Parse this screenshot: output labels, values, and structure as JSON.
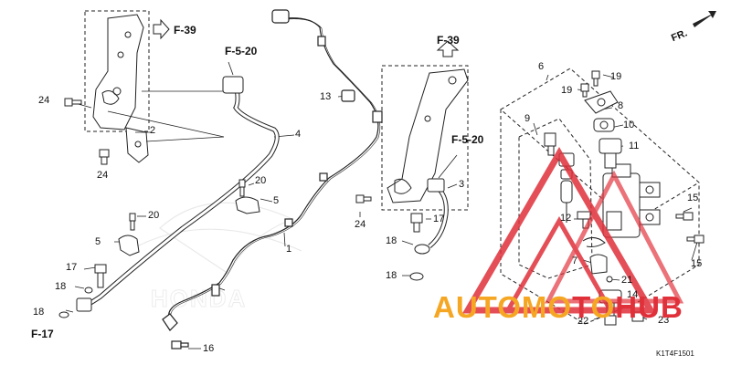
{
  "diagram_code": "K1T4F1501",
  "direction_marker": "FR.",
  "refs": {
    "f39_left": "F-39",
    "f39_right": "F-39",
    "f520_left": "F-5-20",
    "f520_right": "F-5-20",
    "f17": "F-17"
  },
  "callouts": {
    "p1": "1",
    "p2": "2",
    "p3": "3",
    "p4": "4",
    "p5a": "5",
    "p5b": "5",
    "p6": "6",
    "p7": "7",
    "p8": "8",
    "p9": "9",
    "p10": "10",
    "p11": "11",
    "p12": "12",
    "p13": "13",
    "p14": "14",
    "p15a": "15",
    "p15b": "15",
    "p16": "16",
    "p17a": "17",
    "p17b": "17",
    "p18a": "18",
    "p18b": "18",
    "p18c": "18",
    "p19a": "19",
    "p19b": "19",
    "p20a": "20",
    "p20b": "20",
    "p21": "21",
    "p22": "22",
    "p23": "23",
    "p24a": "24",
    "p24b": "24",
    "p24c": "24"
  },
  "watermark": {
    "part1": "AUTOMO",
    "part2": "T",
    "part3": "O",
    "part4": "HUB",
    "color_orange": "#f5a623",
    "color_red": "#e0303a"
  },
  "background_logo": "HONDA"
}
